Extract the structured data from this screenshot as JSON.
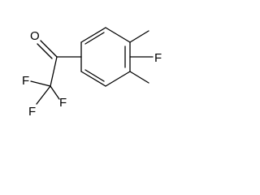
{
  "molecule": {
    "atoms": {
      "oxygen": "O",
      "fluorine_ring": "F",
      "fluorine_cf3_left": "F",
      "fluorine_cf3_right": "F",
      "fluorine_cf3_bottom": "F"
    },
    "colors": {
      "bond": "#000000",
      "label": "#000000",
      "background": "#ffffff"
    }
  }
}
